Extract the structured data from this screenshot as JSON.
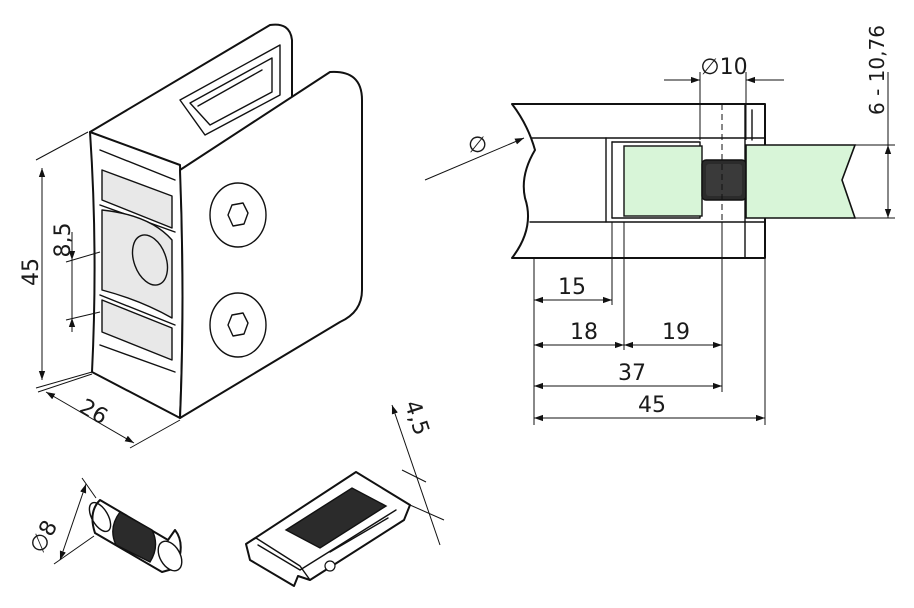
{
  "colors": {
    "line": "#111111",
    "glass": "#d8f5d8",
    "rubber": "#2b2b2b",
    "background": "#ffffff"
  },
  "iso_view": {
    "height_label": "45",
    "slot_label": "8,5",
    "depth_label": "26"
  },
  "section_view": {
    "pin_diameter_label": "∅10",
    "glass_thickness_label": "6 - 10,76",
    "pipe_label": "∅",
    "dims": [
      "15",
      "18",
      "19",
      "37",
      "45"
    ]
  },
  "pin_part": {
    "diameter_label": "∅8"
  },
  "insert_part": {
    "thickness_label": "4,5"
  }
}
